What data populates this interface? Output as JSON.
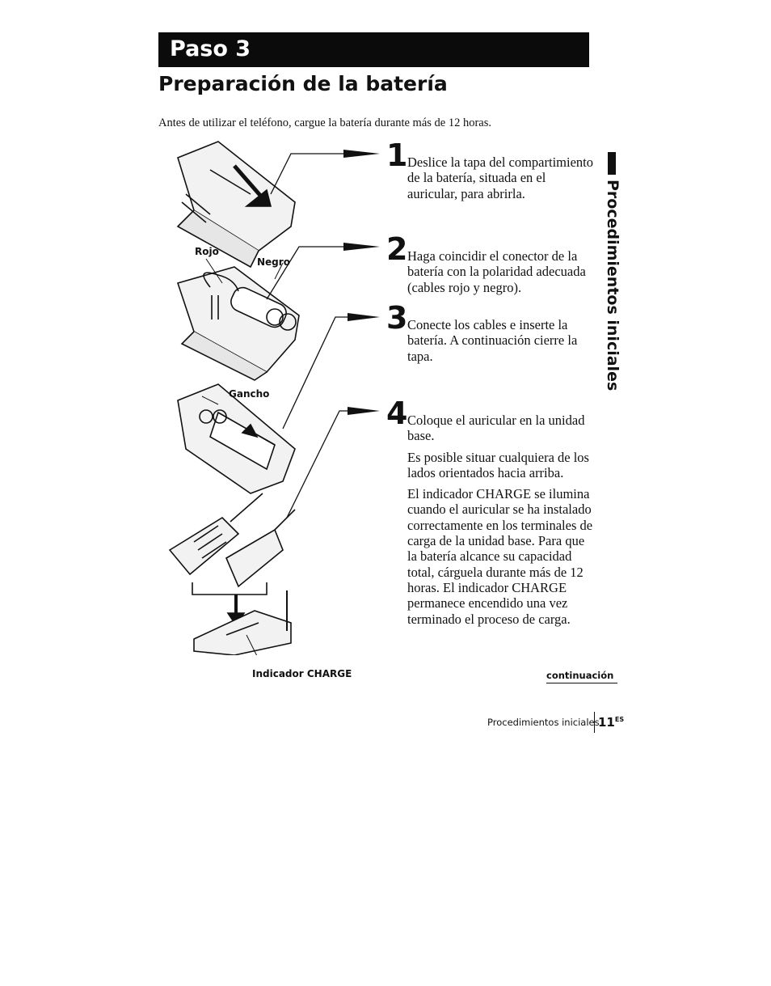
{
  "header": {
    "step_label": "Paso 3",
    "title": "Preparación de la batería"
  },
  "intro": "Antes de utilizar el teléfono, cargue la batería durante más de 12 horas.",
  "steps": [
    {
      "number": "1",
      "paragraphs": [
        "Deslice la tapa del compartimiento de la batería, situada en el auricular, para abrirla."
      ]
    },
    {
      "number": "2",
      "paragraphs": [
        "Haga coincidir el conector de la batería con la polaridad adecuada (cables rojo y negro)."
      ]
    },
    {
      "number": "3",
      "paragraphs": [
        "Conecte los cables e inserte la batería. A continuación cierre la tapa."
      ]
    },
    {
      "number": "4",
      "paragraphs": [
        "Coloque el auricular en la unidad base.",
        "Es posible situar cualquiera de los lados orientados hacia arriba.",
        "El indicador CHARGE se ilumina cuando el auricular se ha instalado correctamente en los terminales de carga de la unidad base. Para que la batería alcance su capacidad total, cárguela durante más de 12 horas. El indicador CHARGE permanece encendido una vez terminado el proceso de carga."
      ]
    }
  ],
  "figure_labels": {
    "rojo": "Rojo",
    "negro": "Negro",
    "gancho": "Gancho",
    "indicador": "Indicador CHARGE"
  },
  "side_tab": "Procedimientos iniciales",
  "footer": {
    "continued": "continuación",
    "section": "Procedimientos iniciales",
    "page": "11",
    "page_suffix": "ES"
  }
}
